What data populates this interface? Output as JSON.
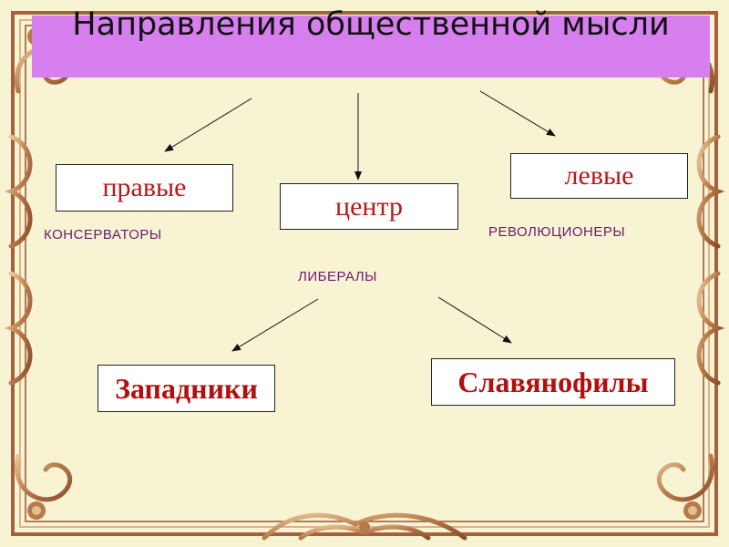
{
  "title": "Направления общественной мысли",
  "boxes": {
    "right": "правые",
    "center": "центр",
    "left": "левые",
    "westerners": "Западники",
    "slavophiles": "Славянофилы"
  },
  "labels": {
    "conservatives": "КОНСЕРВАТОРЫ",
    "revolutionaries": "РЕВОЛЮЦИОНЕРЫ",
    "liberals": "ЛИБЕРАЛЫ"
  },
  "colors": {
    "title_bg": "#d87ff0",
    "box_text": "#b81919",
    "label_text": "#6b1a73",
    "frame": "#a4613b"
  }
}
